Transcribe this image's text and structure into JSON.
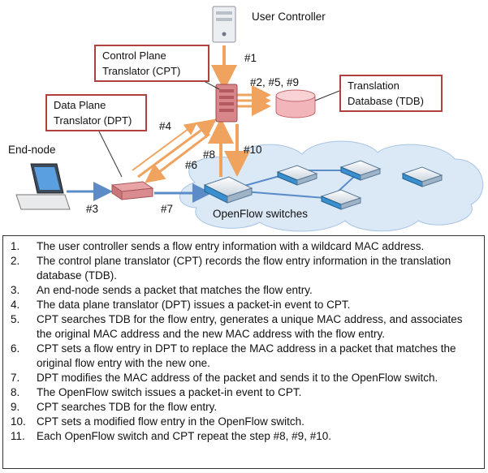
{
  "labels": {
    "user_controller": "User Controller",
    "cpt": "Control Plane\nTranslator (CPT)",
    "tdb": "Translation\nDatabase (TDB)",
    "dpt": "Data Plane\nTranslator (DPT)",
    "end_node": "End-node",
    "openflow_switches": "OpenFlow switches"
  },
  "step_labels": {
    "s1": "#1",
    "s2_5_9": "#2, #5, #9",
    "s4": "#4",
    "s6": "#6",
    "s8": "#8",
    "s10": "#10",
    "s3": "#3",
    "s7": "#7"
  },
  "colors": {
    "callout_border": "#b0413e",
    "orange_arrow": "#f0a35e",
    "blue_arrow": "#5b8cc8",
    "cloud": "#dbe9f7"
  },
  "steps": [
    {
      "num": "1.",
      "text": "The user controller sends a flow entry information with a wildcard MAC address."
    },
    {
      "num": "2.",
      "text": "The control plane translator (CPT) records the flow entry information in the translation database (TDB)."
    },
    {
      "num": "3.",
      "text": "An end-node sends a packet that matches the flow entry."
    },
    {
      "num": "4.",
      "text": "The data plane translator (DPT) issues a packet-in event to CPT."
    },
    {
      "num": "5.",
      "text": "CPT searches TDB for the flow entry, generates a unique MAC address, and associates the original MAC address and the new MAC address with the flow entry."
    },
    {
      "num": "6.",
      "text": "CPT sets a flow entry in DPT to replace the MAC address in a packet that matches the original flow entry with the new one."
    },
    {
      "num": "7.",
      "text": "DPT modifies the MAC address of the packet and sends it to the OpenFlow switch."
    },
    {
      "num": "8.",
      "text": "The OpenFlow switch issues a packet-in event to CPT."
    },
    {
      "num": "9.",
      "text": "CPT searches TDB for the flow entry."
    },
    {
      "num": "10.",
      "text": "CPT sets a modified flow entry in the OpenFlow switch."
    },
    {
      "num": "11.",
      "text": "Each OpenFlow switch and CPT repeat the step #8, #9, #10."
    }
  ]
}
